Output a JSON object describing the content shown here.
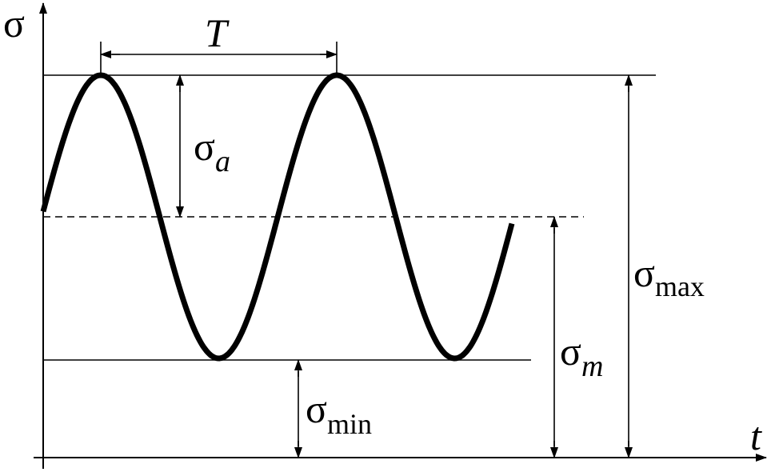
{
  "diagram": {
    "axis_y_label": "σ",
    "axis_x_label": "t",
    "period_label": "T",
    "amplitude": {
      "symbol": "σ",
      "subscript": "a"
    },
    "maximum": {
      "symbol": "σ",
      "subscript": "max"
    },
    "mean": {
      "symbol": "σ",
      "subscript": "m"
    },
    "minimum": {
      "symbol": "σ",
      "subscript": "min"
    }
  },
  "colors": {
    "ink": "#000000",
    "background": "#ffffff"
  }
}
